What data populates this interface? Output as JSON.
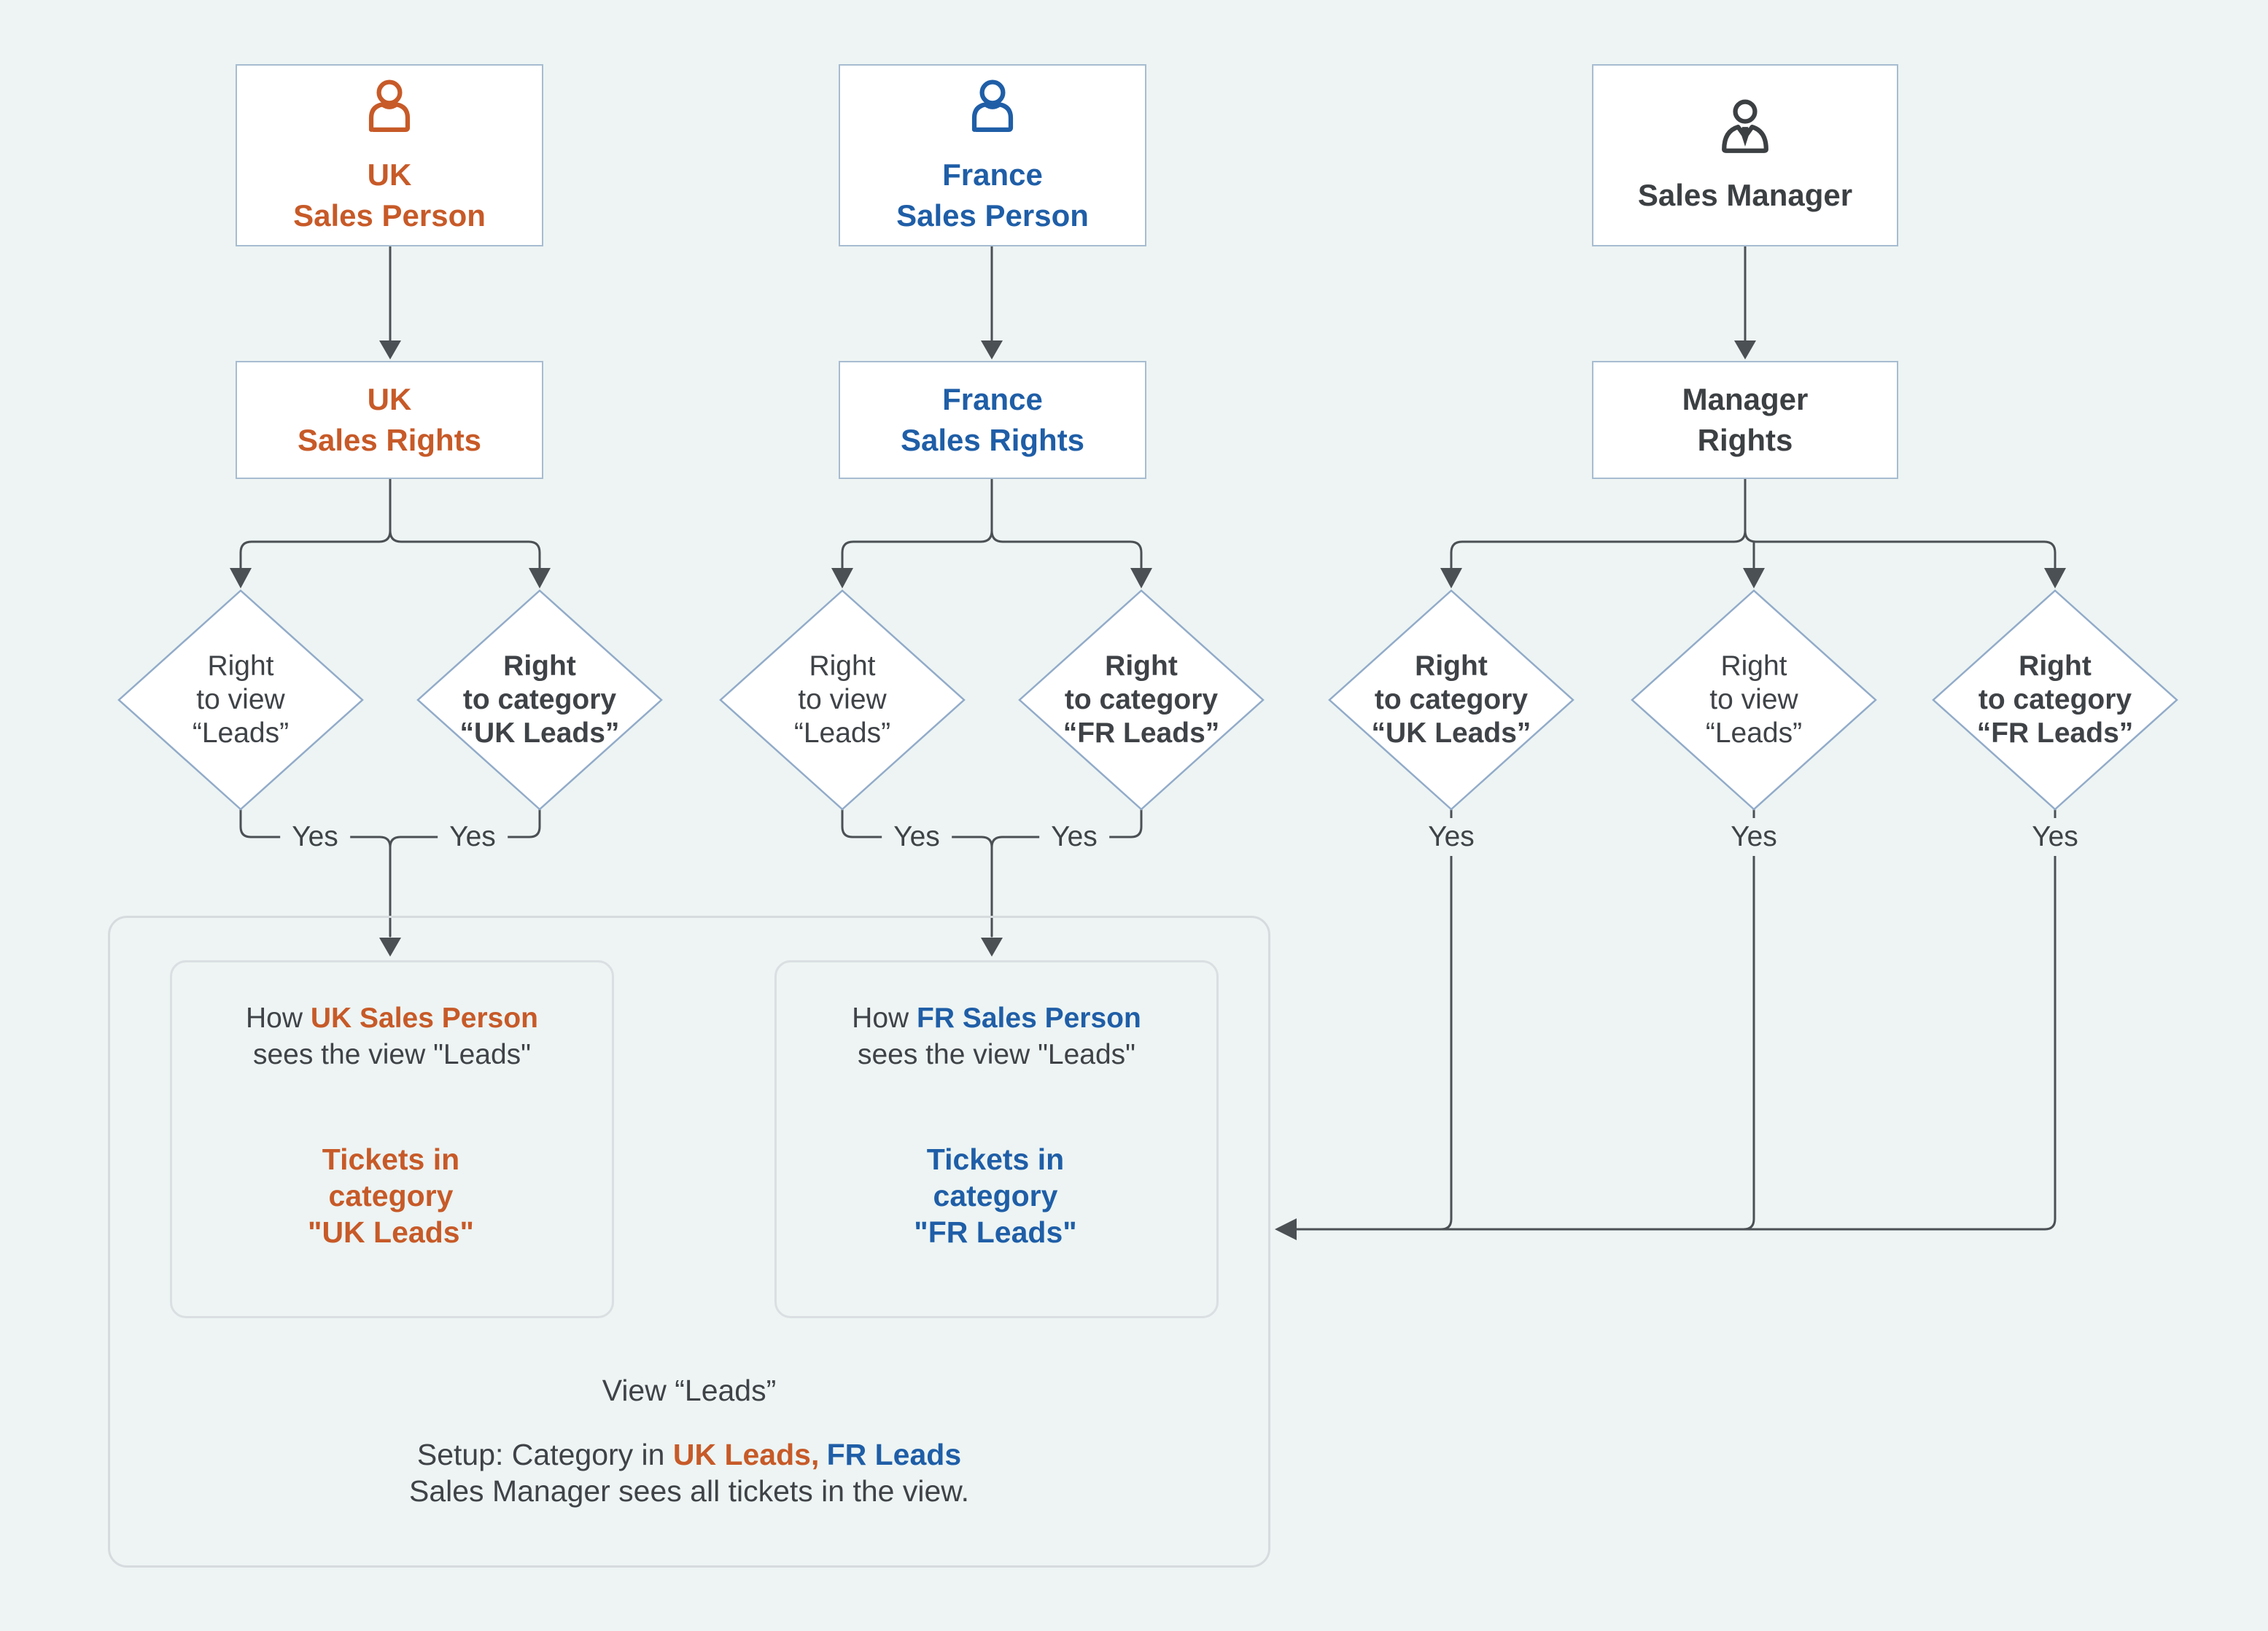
{
  "colors": {
    "background": "#edf4f3",
    "orange": "#c75a28",
    "blue": "#1f5ea7",
    "dark": "#3c4043",
    "line": "#4b5054",
    "diamond_border": "#92abc9",
    "node_border": "#a7bcd1",
    "container_border": "#d6dbde",
    "ticket_border": "#93b0d0"
  },
  "persons": [
    {
      "line1": "UK",
      "line2": "Sales Person",
      "icon": "person-icon"
    },
    {
      "line1": "France",
      "line2": "Sales Person",
      "icon": "person-icon"
    },
    {
      "line1": "Sales Manager",
      "icon": "manager-icon"
    }
  ],
  "rights": [
    {
      "line1": "UK",
      "line2": "Sales Rights"
    },
    {
      "line1": "France",
      "line2": "Sales Rights"
    },
    {
      "line1": "Manager",
      "line2": "Rights"
    }
  ],
  "diamonds": [
    {
      "l1": "Right",
      "l2": "to view",
      "l3": "“Leads”"
    },
    {
      "l1": "Right",
      "l2": "to category",
      "l3": "“UK Leads”"
    },
    {
      "l1": "Right",
      "l2": "to view",
      "l3": "“Leads”"
    },
    {
      "l1": "Right",
      "l2": "to category",
      "l3": "“FR Leads”"
    },
    {
      "l1": "Right",
      "l2": "to category",
      "l3": "“UK Leads”"
    },
    {
      "l1": "Right",
      "l2": "to view",
      "l3": "“Leads”"
    },
    {
      "l1": "Right",
      "l2": "to category",
      "l3": "“FR Leads”"
    }
  ],
  "yes_label": "Yes",
  "views": [
    {
      "how_prefix": "How ",
      "how_name": "UK Sales Person",
      "how_line2": "sees the view \"Leads\"",
      "t1": "Tickets in",
      "t2": "category",
      "t3": "\"UK Leads\""
    },
    {
      "how_prefix": "How ",
      "how_name": "FR Sales Person",
      "how_line2": "sees the view \"Leads\"",
      "t1": "Tickets in",
      "t2": "category",
      "t3": "\"FR Leads\""
    }
  ],
  "footer": {
    "view_title": "View “Leads”",
    "setup_prefix": "Setup: Category in ",
    "setup_uk": "UK Leads,",
    "setup_fr": "FR Leads",
    "note": "Sales Manager sees all tickets in the view."
  }
}
